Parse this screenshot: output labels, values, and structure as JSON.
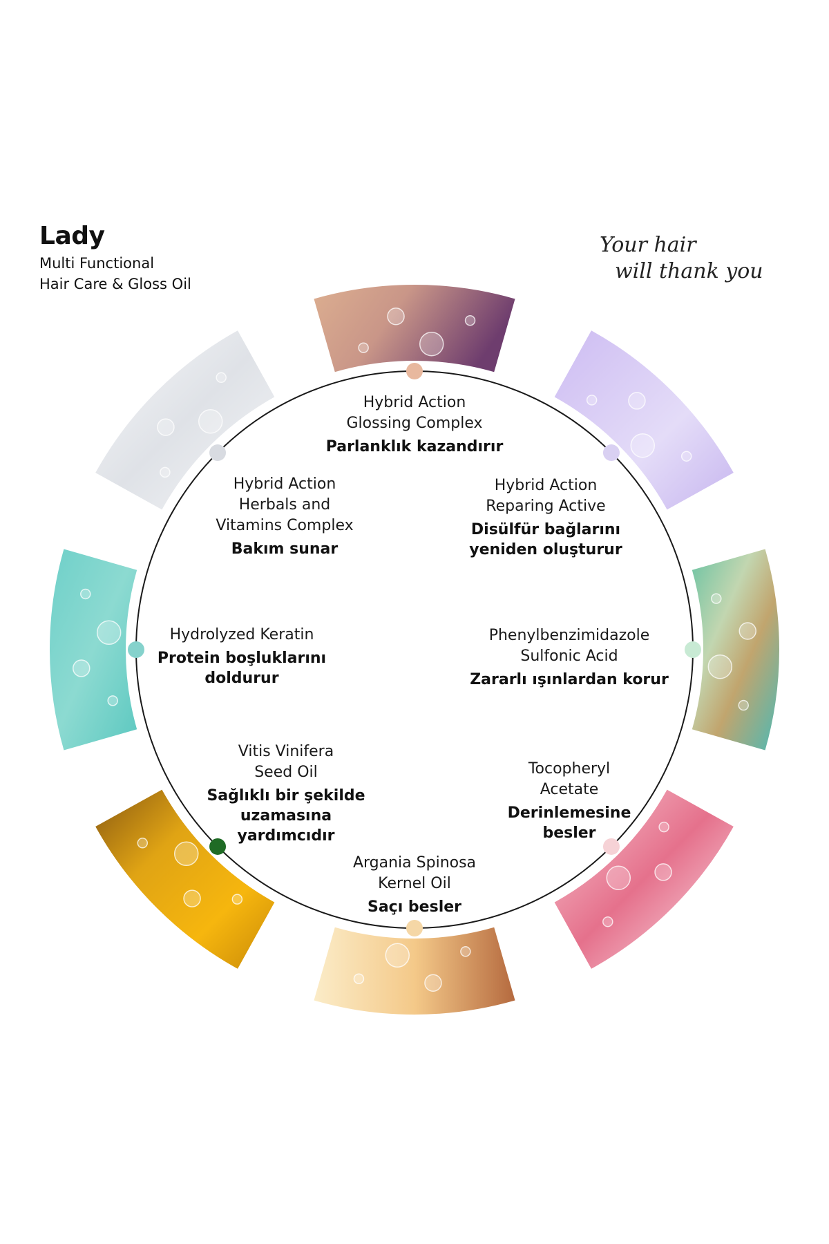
{
  "brand": {
    "title": "Lady",
    "subtitle_line1": "Multi Functional",
    "subtitle_line2": "Hair Care & Gloss Oil"
  },
  "tagline": {
    "line1": "Your hair",
    "line2": "will thank you"
  },
  "colors": {
    "ring_stroke": "#1a1a1a",
    "dot_glossing": "#e8b89e",
    "dot_reparing": "#d9d0f2",
    "dot_sulfonic": "#c8ead4",
    "dot_tocopheryl": "#f6d2d6",
    "dot_argania": "#f5d7a6",
    "dot_vitis": "#1f6b25",
    "dot_keratin": "#85d2cc",
    "dot_herbals": "#d8dbe1"
  },
  "ingredients": [
    {
      "id": "glossing",
      "lines": [
        "Hybrid Action",
        "Glossing Complex"
      ],
      "benefit": [
        "Parlanklık kazandırır"
      ]
    },
    {
      "id": "reparing",
      "lines": [
        "Hybrid Action",
        "Reparing Active"
      ],
      "benefit": [
        "Disülfür bağlarını",
        "yeniden oluşturur"
      ]
    },
    {
      "id": "sulfonic",
      "lines": [
        "Phenylbenzimidazole",
        "Sulfonic Acid"
      ],
      "benefit": [
        "Zararlı ışınlardan korur"
      ]
    },
    {
      "id": "tocopheryl",
      "lines": [
        "Tocopheryl",
        "Acetate"
      ],
      "benefit": [
        "Derinlemesine",
        "besler"
      ]
    },
    {
      "id": "argania",
      "lines": [
        "Argania Spinosa",
        "Kernel Oil"
      ],
      "benefit": [
        "Saçı besler"
      ]
    },
    {
      "id": "vitis",
      "lines": [
        "Vitis Vinifera",
        "Seed Oil"
      ],
      "benefit": [
        "Sağlıklı bir şekilde",
        "uzamasına",
        "yardımcıdır"
      ]
    },
    {
      "id": "keratin",
      "lines": [
        "Hydrolyzed Keratin"
      ],
      "benefit": [
        "Protein boşluklarını",
        "doldurur"
      ]
    },
    {
      "id": "herbals",
      "lines": [
        "Hybrid Action",
        "Herbals and",
        "Vitamins Complex"
      ],
      "benefit": [
        "Bakım sunar"
      ]
    }
  ]
}
